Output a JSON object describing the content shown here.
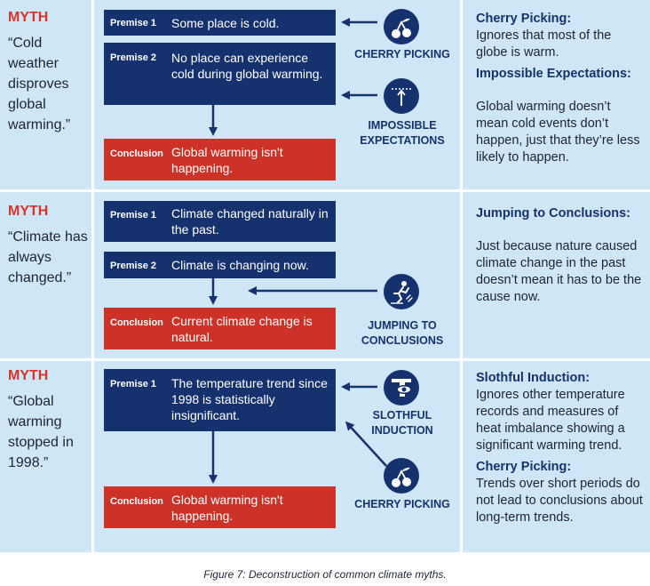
{
  "myths": [
    {
      "label": "MYTH",
      "quote": "“Cold weather disproves global warming.”",
      "premises": [
        {
          "tag": "Premise 1",
          "text": "Some place is cold."
        },
        {
          "tag": "Premise 2",
          "text": "No place can experience cold during global warming."
        }
      ],
      "conclusion": {
        "tag": "Conclusion",
        "text": "Global warming isn't happening."
      },
      "fallacies": [
        {
          "icon": "cherry-icon",
          "label": "CHERRY PICKING"
        },
        {
          "icon": "impossible-expectations-icon",
          "label": "IMPOSSIBLE EXPECTATIONS"
        }
      ],
      "explanations": [
        {
          "title": "Cherry Picking:",
          "text": "Ignores that most of the globe is warm."
        },
        {
          "title": "Impossible Expectations:",
          "text": "Global warming doesn’t mean cold events don’t happen, just that they’re less likely to happen."
        }
      ]
    },
    {
      "label": "MYTH",
      "quote": "“Climate has always changed.”",
      "premises": [
        {
          "tag": "Premise 1",
          "text": "Climate changed naturally in the past."
        },
        {
          "tag": "Premise 2",
          "text": "Climate is changing now."
        }
      ],
      "conclusion": {
        "tag": "Conclusion",
        "text": "Current climate change is natural."
      },
      "fallacies": [
        {
          "icon": "jumping-icon",
          "label": "JUMPING TO CONCLUSIONS"
        }
      ],
      "explanations": [
        {
          "title": "Jumping to Conclusions:",
          "text": "Just because nature caused climate change in the past doesn’t mean it has to be the cause now."
        }
      ]
    },
    {
      "label": "MYTH",
      "quote": "“Global warming stopped in 1998.”",
      "premises": [
        {
          "tag": "Premise 1",
          "text": "The temperature trend since 1998 is statistically insignificant."
        }
      ],
      "conclusion": {
        "tag": "Conclusion",
        "text": "Global warming isn't happening."
      },
      "fallacies": [
        {
          "icon": "slothful-icon",
          "label": "SLOTHFUL INDUCTION"
        },
        {
          "icon": "cherry-icon",
          "label": "CHERRY PICKING"
        }
      ],
      "explanations": [
        {
          "title": "Slothful Induction:",
          "text": "Ignores other temperature records and measures of heat imbalance showing a significant warming trend."
        },
        {
          "title": "Cherry Picking:",
          "text": "Trends over short periods do not lead to conclusions about long-term trends."
        }
      ]
    }
  ],
  "caption": "Figure 7: Deconstruction of common climate myths.",
  "colors": {
    "panel": "#cfe6f6",
    "premise": "#16326e",
    "conclusion": "#cd3228",
    "myth_label": "#d7352c"
  }
}
